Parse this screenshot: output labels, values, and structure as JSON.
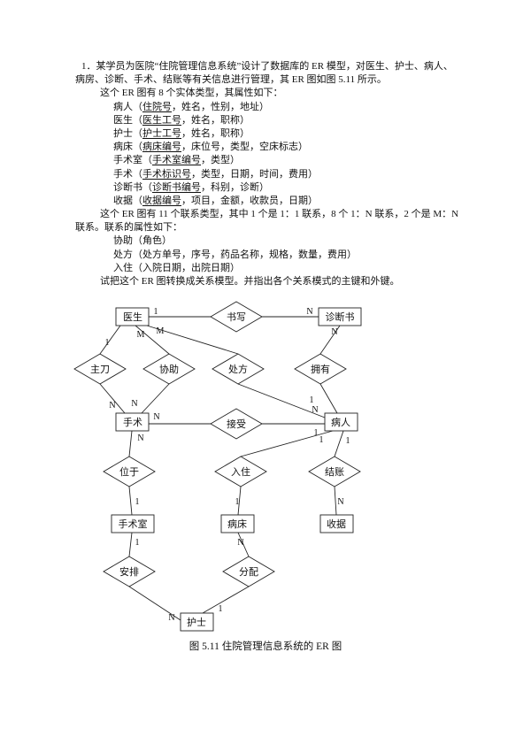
{
  "problem": {
    "p1l1": "1．某学员为医院“住院管理信息系统”设计了数据库的 ER 模型，对医生、护士、病人、",
    "p1l2": "病房、诊断、手术、结账等有关信息进行管理，其 ER 图如图 5.11 所示。",
    "entities_intro": "这个 ER 图有 8 个实体类型，其属性如下：",
    "entity_lines": [
      {
        "prefix": "病人（",
        "key": "住院号",
        "suffix": "，姓名，性别，地址）"
      },
      {
        "prefix": "医生（",
        "key": "医生工号",
        "suffix": "，姓名，职称）"
      },
      {
        "prefix": "护士（",
        "key": "护士工号",
        "suffix": "，姓名，职称）"
      },
      {
        "prefix": "病床（",
        "key": "病床编号",
        "suffix": "，床位号，类型，空床标志）"
      },
      {
        "prefix": "手术室（",
        "key": "手术室编号",
        "suffix": "，类型）"
      },
      {
        "prefix": "手术（",
        "key": "手术标识号",
        "suffix": "，类型，日期，时间，费用）"
      },
      {
        "prefix": "诊断书（",
        "key": "诊断书编号",
        "suffix": "，科别，诊断）"
      },
      {
        "prefix": "收据（",
        "key": "收据编号",
        "suffix": "，项目，金额，收款员，日期）"
      }
    ],
    "rel_intro1": "这个 ER 图有 11 个联系类型，其中 1 个是 1：1 联系，8 个 1：N 联系，2 个是 M：N",
    "rel_intro2": "联系。联系的属性如下：",
    "relation_lines": [
      "协助（角色）",
      "处方（处方单号，序号，药品名称，规格，数量，费用）",
      "入住（入院日期，出院日期）"
    ],
    "task": "试把这个 ER 图转换成关系模型。并指出各个关系模式的主键和外键。"
  },
  "diagram": {
    "entities": [
      {
        "label": "医生"
      },
      {
        "label": "诊断书"
      },
      {
        "label": "手术"
      },
      {
        "label": "病人"
      },
      {
        "label": "手术室"
      },
      {
        "label": "病床"
      },
      {
        "label": "收据"
      },
      {
        "label": "护士"
      }
    ],
    "relationships": [
      {
        "label": "书写"
      },
      {
        "label": "主刀"
      },
      {
        "label": "协助"
      },
      {
        "label": "处方"
      },
      {
        "label": "拥有"
      },
      {
        "label": "接受"
      },
      {
        "label": "位于"
      },
      {
        "label": "入住"
      },
      {
        "label": "结账"
      },
      {
        "label": "安排"
      },
      {
        "label": "分配"
      }
    ],
    "edges": [
      {
        "relationship": "书写",
        "a": "医生",
        "a_card": "1",
        "b": "诊断书",
        "b_card": "N"
      },
      {
        "relationship": "主刀",
        "a": "医生",
        "a_card": "1",
        "b": "手术",
        "b_card": "N"
      },
      {
        "relationship": "协助",
        "a": "医生",
        "a_card": "M",
        "b": "手术",
        "b_card": "N"
      },
      {
        "relationship": "处方",
        "a": "医生",
        "a_card": "M",
        "b": "病人",
        "b_card": "N"
      },
      {
        "relationship": "拥有",
        "a": "诊断书",
        "a_card": "N",
        "b": "病人",
        "b_card": "1"
      },
      {
        "relationship": "接受",
        "a": "手术",
        "a_card": "N",
        "b": "病人",
        "b_card": "1"
      },
      {
        "relationship": "位于",
        "a": "手术",
        "a_card": "N",
        "b": "手术室",
        "b_card": "1"
      },
      {
        "relationship": "入住",
        "a": "病人",
        "a_card": "1",
        "b": "病床",
        "b_card": "1"
      },
      {
        "relationship": "结账",
        "a": "病人",
        "a_card": "1",
        "b": "收据",
        "b_card": "N"
      },
      {
        "relationship": "安排",
        "a": "手术室",
        "a_card": "1",
        "b": "护士",
        "b_card": "N"
      },
      {
        "relationship": "分配",
        "a": "病床",
        "a_card": "N",
        "b": "护士",
        "b_card": "1"
      }
    ]
  },
  "figure_caption": "图 5.11 住院管理信息系统的 ER 图"
}
